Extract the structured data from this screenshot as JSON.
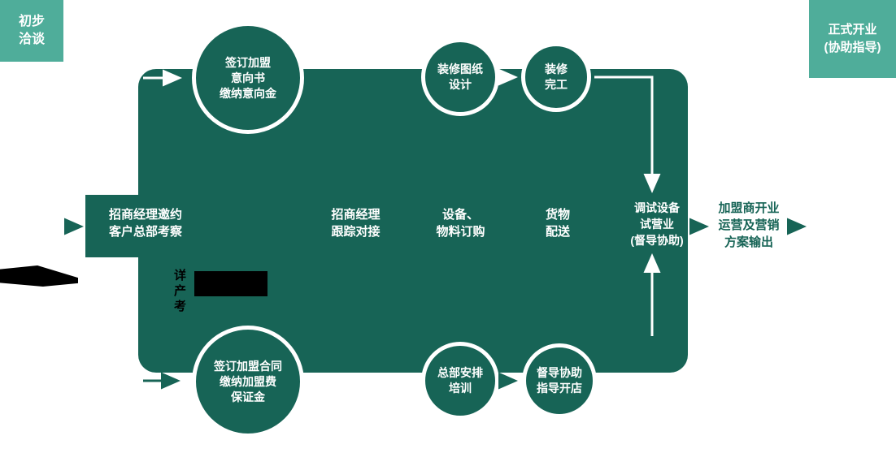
{
  "colors": {
    "teal_dark": "#176456",
    "teal_light": "#4FAD9A",
    "text_white": "#FFFFFF",
    "note_black": "#000000"
  },
  "flow": {
    "start": {
      "label": "初步\n洽谈"
    },
    "stages": [
      {
        "label": "招商经理邀约\n客户总部考察"
      },
      {
        "label": "招商经理\n跟踪对接"
      },
      {
        "label": "设备、\n物料订购"
      },
      {
        "label": "货物\n配送"
      },
      {
        "label": "调试设备\n试营业\n(督导协助)"
      }
    ],
    "top_circles": [
      {
        "label": "签订加盟\n意向书\n缴纳意向金"
      },
      {
        "label": "装修图纸\n设计"
      },
      {
        "label": "装修\n完工"
      }
    ],
    "bottom_circles": [
      {
        "label": "签订加盟合同\n缴纳加盟费\n保证金"
      },
      {
        "label": "总部安排\n培训"
      },
      {
        "label": "督导协助\n指导开店"
      }
    ],
    "output": {
      "label": "加盟商开业\n运营及营销\n方案输出"
    },
    "end": {
      "label": "正式开业\n(协助指导)"
    },
    "obscured_note": {
      "label": "详\n产\n考"
    }
  }
}
